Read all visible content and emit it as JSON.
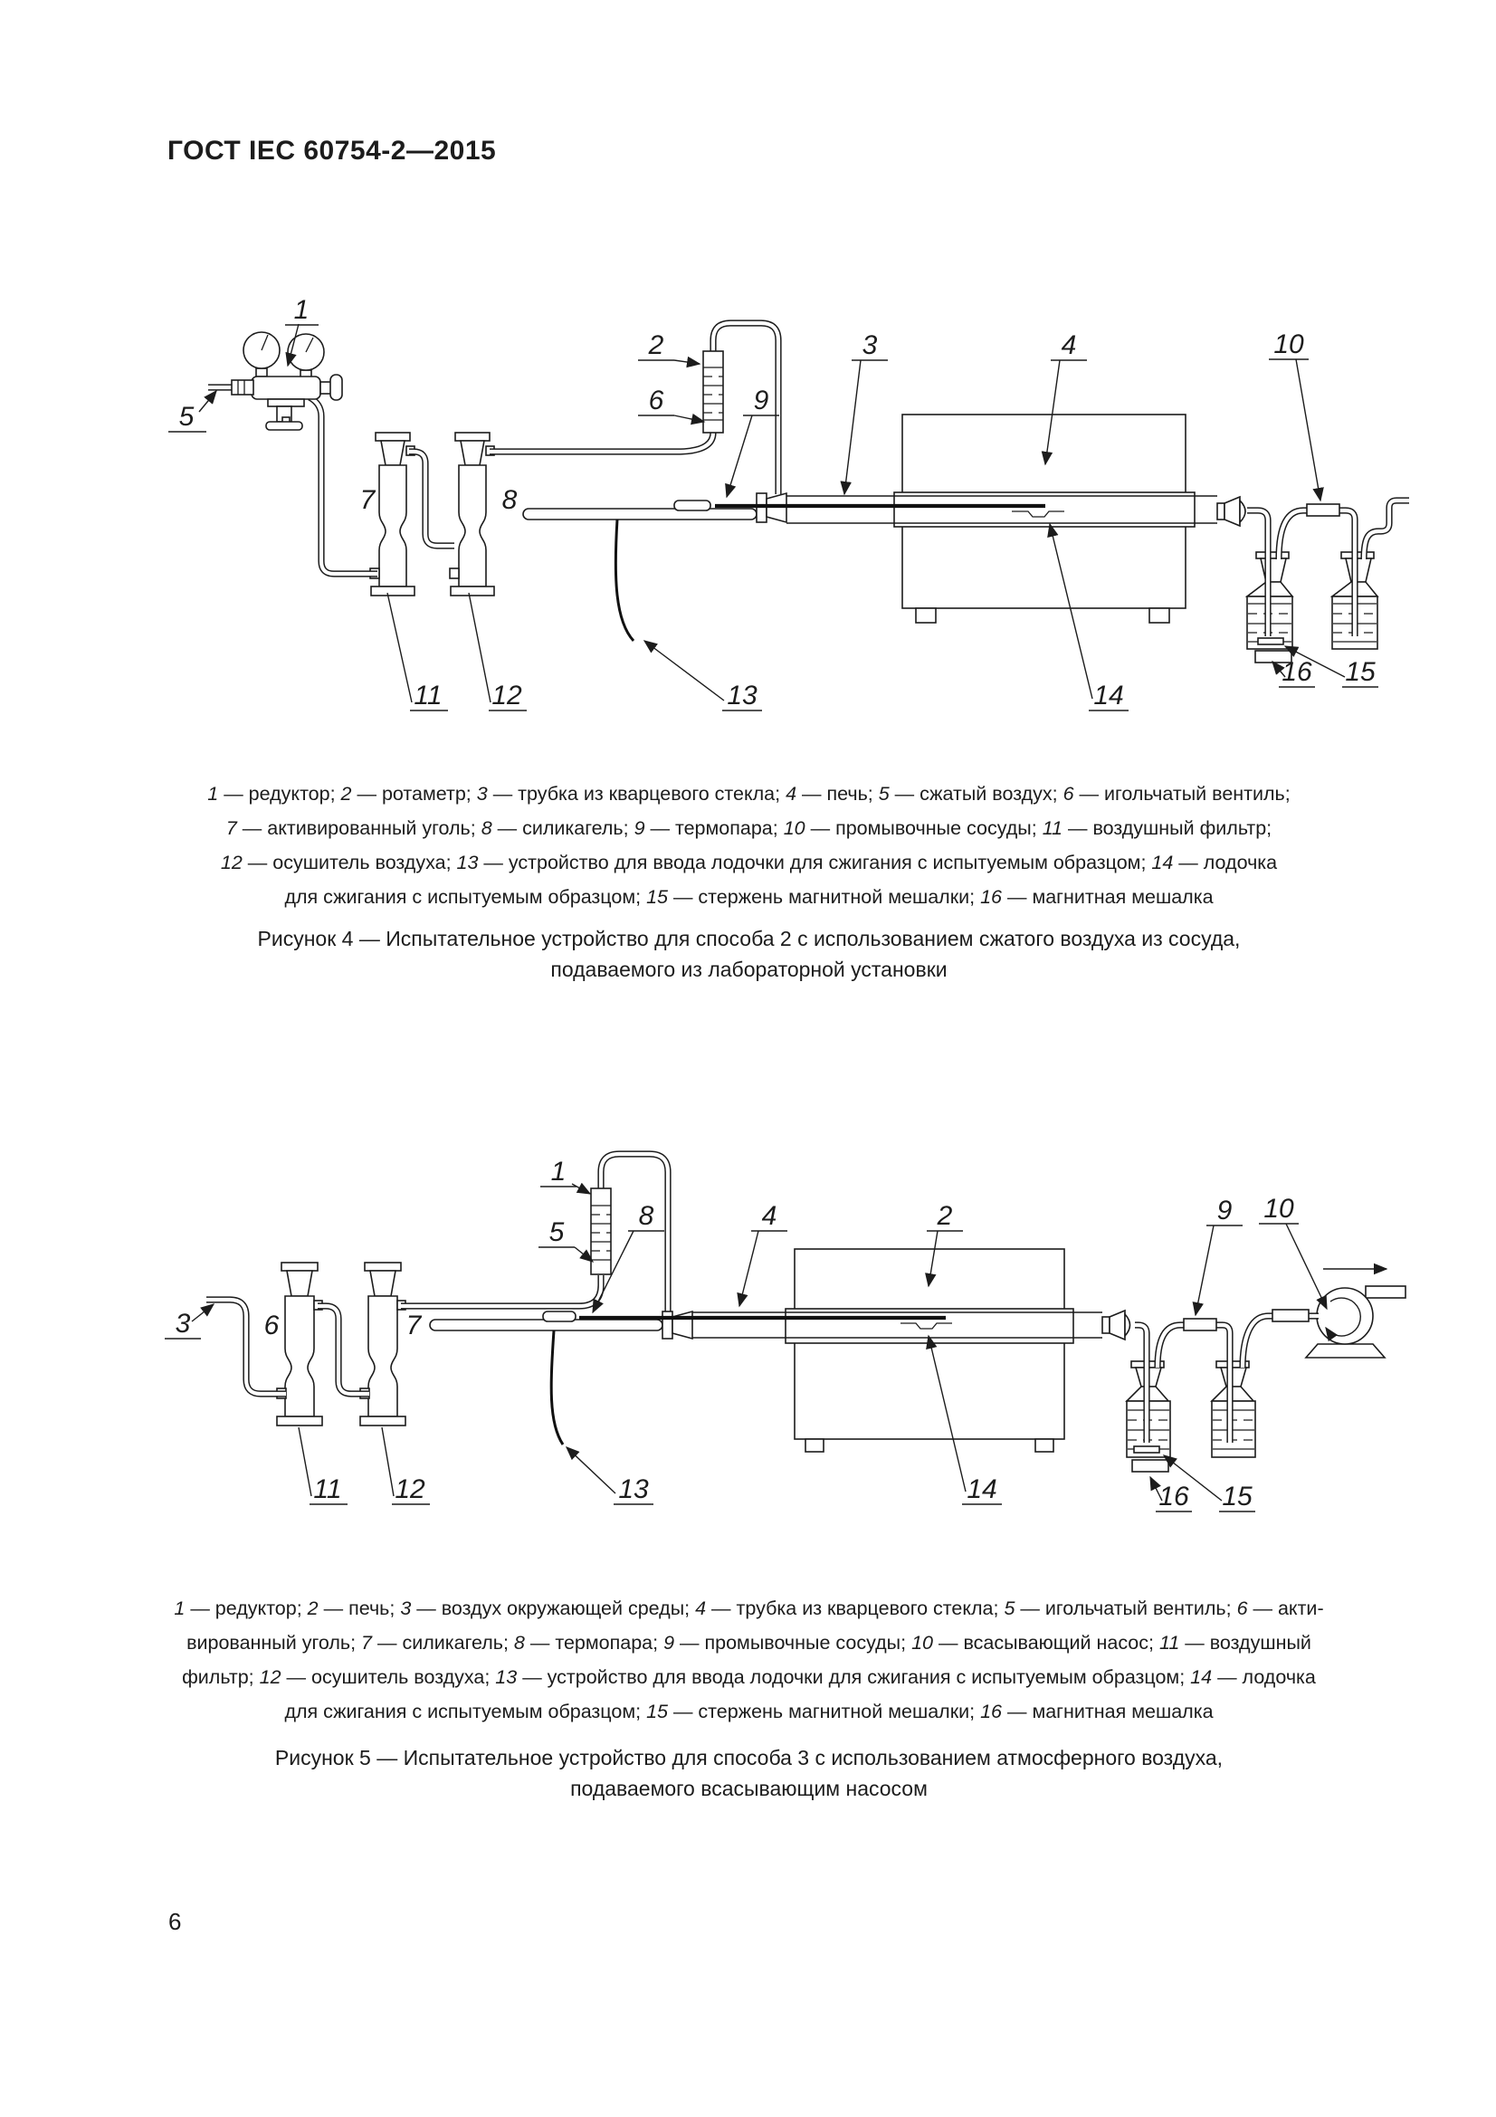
{
  "page": {
    "header": "ГОСТ IEC 60754-2—2015",
    "number": "6"
  },
  "callouts": [
    "1",
    "2",
    "3",
    "4",
    "5",
    "6",
    "7",
    "8",
    "9",
    "10",
    "11",
    "12",
    "13",
    "14",
    "15",
    "16"
  ],
  "fig4": {
    "legend_lines": [
      [
        [
          "i",
          "1"
        ],
        [
          "r",
          " — редуктор; "
        ],
        [
          "i",
          "2"
        ],
        [
          "r",
          " — ротаметр; "
        ],
        [
          "i",
          "3"
        ],
        [
          "r",
          " — трубка из кварцевого стекла; "
        ],
        [
          "i",
          "4"
        ],
        [
          "r",
          " — печь; "
        ],
        [
          "i",
          "5"
        ],
        [
          "r",
          " — сжатый воздух; "
        ],
        [
          "i",
          "6"
        ],
        [
          "r",
          " — игольчатый вентиль;"
        ]
      ],
      [
        [
          "i",
          "7"
        ],
        [
          "r",
          " — активированный уголь; "
        ],
        [
          "i",
          "8"
        ],
        [
          "r",
          " — силикагель; "
        ],
        [
          "i",
          "9"
        ],
        [
          "r",
          " — термопара; "
        ],
        [
          "i",
          "10"
        ],
        [
          "r",
          " — промывочные сосуды; "
        ],
        [
          "i",
          "11"
        ],
        [
          "r",
          " — воздушный фильтр;"
        ]
      ],
      [
        [
          "i",
          "12"
        ],
        [
          "r",
          " — осушитель воздуха; "
        ],
        [
          "i",
          "13"
        ],
        [
          "r",
          " — устройство для ввода лодочки для сжигания с испытуемым образцом; "
        ],
        [
          "i",
          "14"
        ],
        [
          "r",
          " — лодочка"
        ]
      ],
      [
        [
          "r",
          "для сжигания с испытуемым образцом; "
        ],
        [
          "i",
          "15"
        ],
        [
          "r",
          " — стержень магнитной мешалки; "
        ],
        [
          "i",
          "16"
        ],
        [
          "r",
          " — магнитная мешалка"
        ]
      ]
    ],
    "caption": [
      "Рисунок  4 — Испытательное устройство для способа 2 с использованием сжатого воздуха из сосуда,",
      "подаваемого из лабораторной установки"
    ]
  },
  "fig5": {
    "legend_lines": [
      [
        [
          "i",
          "1"
        ],
        [
          "r",
          " — редуктор; "
        ],
        [
          "i",
          "2"
        ],
        [
          "r",
          " — печь; "
        ],
        [
          "i",
          "3"
        ],
        [
          "r",
          " — воздух окружающей среды; "
        ],
        [
          "i",
          "4"
        ],
        [
          "r",
          " — трубка из кварцевого стекла; "
        ],
        [
          "i",
          "5"
        ],
        [
          "r",
          " — игольчатый вентиль; "
        ],
        [
          "i",
          "6"
        ],
        [
          "r",
          " — акти-"
        ]
      ],
      [
        [
          "r",
          "вированный уголь; "
        ],
        [
          "i",
          "7"
        ],
        [
          "r",
          " — силикагель; "
        ],
        [
          "i",
          "8"
        ],
        [
          "r",
          " — термопара; "
        ],
        [
          "i",
          "9"
        ],
        [
          "r",
          " — промывочные сосуды; "
        ],
        [
          "i",
          "10"
        ],
        [
          "r",
          " — всасывающий насос; "
        ],
        [
          "i",
          "11"
        ],
        [
          "r",
          " — воздушный"
        ]
      ],
      [
        [
          "r",
          "фильтр; "
        ],
        [
          "i",
          "12"
        ],
        [
          "r",
          " — осушитель воздуха; "
        ],
        [
          "i",
          "13"
        ],
        [
          "r",
          " — устройство для ввода лодочки для сжигания с испытуемым образцом; "
        ],
        [
          "i",
          "14"
        ],
        [
          "r",
          " — лодочка"
        ]
      ],
      [
        [
          "r",
          "для сжигания с испытуемым образцом; "
        ],
        [
          "i",
          "15"
        ],
        [
          "r",
          " — стержень магнитной мешалки; "
        ],
        [
          "i",
          "16"
        ],
        [
          "r",
          " — магнитная мешалка"
        ]
      ]
    ],
    "caption": [
      "Рисунок  5 — Испытательное устройство для способа 3 с использованием атмосферного воздуха,",
      "подаваемого  всасывающим насосом"
    ]
  }
}
